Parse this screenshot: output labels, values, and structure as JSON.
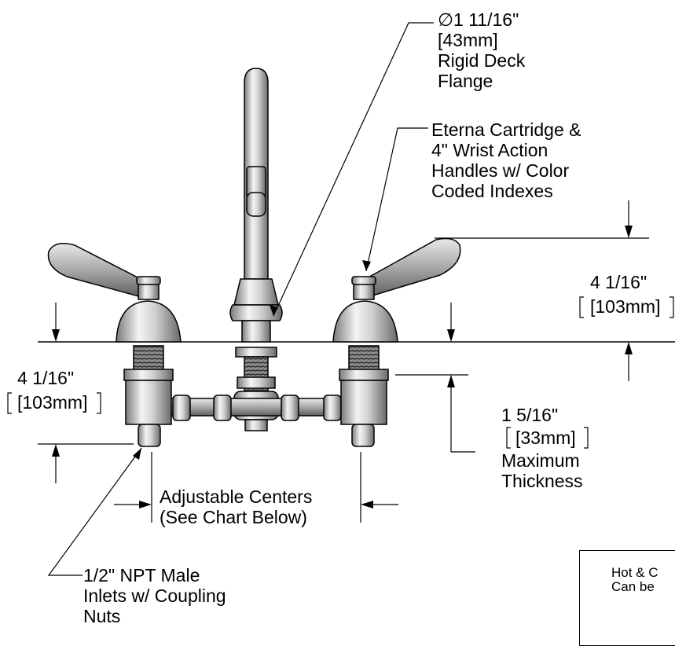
{
  "labels": {
    "flange": {
      "line1": "∅1 11/16\"",
      "line2": "[43mm]",
      "line3": "Rigid Deck",
      "line4": "Flange"
    },
    "cartridge": {
      "line1": "Eterna Cartridge &",
      "line2": "4\" Wrist Action",
      "line3": "Handles w/ Color",
      "line4": "Coded Indexes"
    },
    "height_right": {
      "line1": "4 1/16\"",
      "line2": "[103mm]"
    },
    "height_left": {
      "line1": "4 1/16\"",
      "line2": "[103mm]"
    },
    "thickness": {
      "line1": "1 5/16\"",
      "line2": "[33mm]",
      "line3": "Maximum",
      "line4": "Thickness"
    },
    "centers": {
      "line1": "Adjustable Centers",
      "line2": "(See Chart Below)"
    },
    "inlets": {
      "line1": "1/2\" NPT Male",
      "line2": "Inlets w/ Coupling",
      "line3": "Nuts"
    },
    "note": {
      "line1": "Hot & C",
      "line2": "Can be"
    }
  },
  "colors": {
    "line": "#000000",
    "metal_light": "#f2f2f2",
    "metal_mid": "#b8b8b8",
    "metal_dark": "#6e6e6e"
  }
}
